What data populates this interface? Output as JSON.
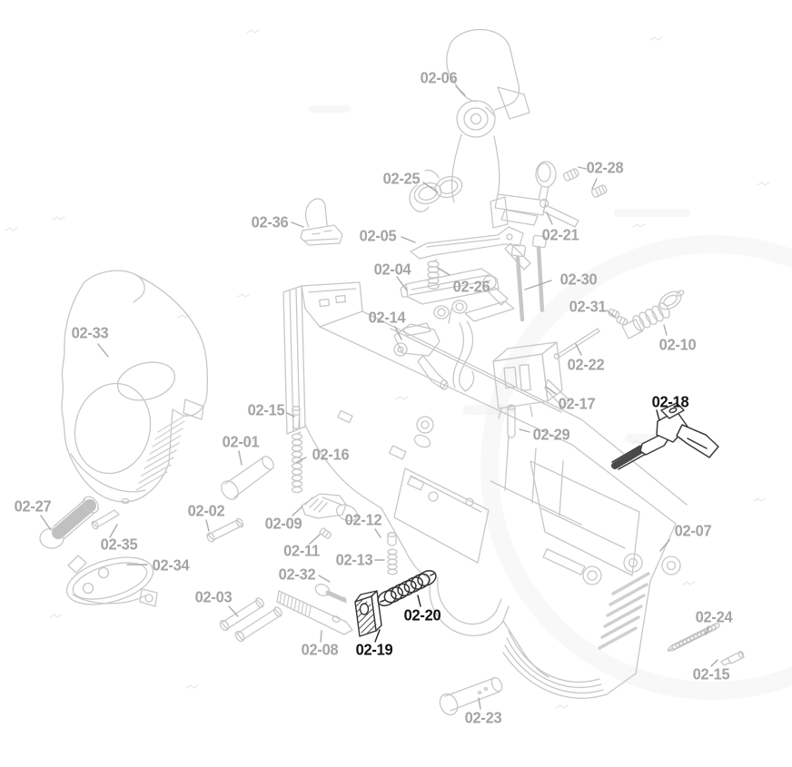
{
  "diagram": {
    "type": "exploded-parts-diagram",
    "subject": "pistol lower frame assembly",
    "label_color_gray": "#a4a4a4",
    "label_color_highlight": "#121212",
    "linework_color": "#c7c7c7",
    "highlight_linework_color": "#3a3a3a",
    "background_color": "#ffffff"
  },
  "parts": [
    {
      "label": "02-06",
      "highlighted": false
    },
    {
      "label": "02-25",
      "highlighted": false
    },
    {
      "label": "02-28",
      "highlighted": false
    },
    {
      "label": "02-36",
      "highlighted": false
    },
    {
      "label": "02-21",
      "highlighted": false
    },
    {
      "label": "02-05",
      "highlighted": false
    },
    {
      "label": "02-04",
      "highlighted": false
    },
    {
      "label": "02-26",
      "highlighted": false
    },
    {
      "label": "02-30",
      "highlighted": false
    },
    {
      "label": "02-31",
      "highlighted": false
    },
    {
      "label": "02-14",
      "highlighted": false
    },
    {
      "label": "02-10",
      "highlighted": false
    },
    {
      "label": "02-22",
      "highlighted": false
    },
    {
      "label": "02-17",
      "highlighted": false
    },
    {
      "label": "02-18",
      "highlighted": true
    },
    {
      "label": "02-33",
      "highlighted": false
    },
    {
      "label": "02-15",
      "highlighted": false
    },
    {
      "label": "02-29",
      "highlighted": false
    },
    {
      "label": "02-01",
      "highlighted": false
    },
    {
      "label": "02-16",
      "highlighted": false
    },
    {
      "label": "02-27",
      "highlighted": false
    },
    {
      "label": "02-02",
      "highlighted": false
    },
    {
      "label": "02-35",
      "highlighted": false
    },
    {
      "label": "02-09",
      "highlighted": false
    },
    {
      "label": "02-12",
      "highlighted": false
    },
    {
      "label": "02-34",
      "highlighted": false
    },
    {
      "label": "02-11",
      "highlighted": false
    },
    {
      "label": "02-13",
      "highlighted": false
    },
    {
      "label": "02-32",
      "highlighted": false
    },
    {
      "label": "02-03",
      "highlighted": false
    },
    {
      "label": "02-08",
      "highlighted": false
    },
    {
      "label": "02-19",
      "highlighted": true
    },
    {
      "label": "02-20",
      "highlighted": true
    },
    {
      "label": "02-23",
      "highlighted": false
    },
    {
      "label": "02-07",
      "highlighted": false
    },
    {
      "label": "02-24",
      "highlighted": false
    },
    {
      "label": "02-15",
      "highlighted": false
    }
  ]
}
